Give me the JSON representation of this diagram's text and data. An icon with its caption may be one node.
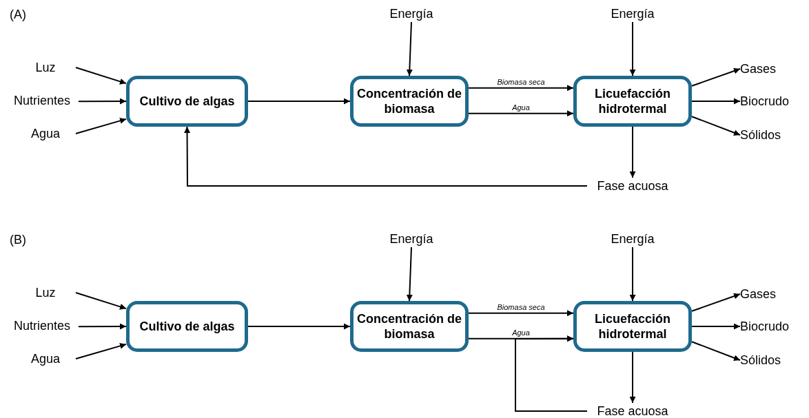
{
  "diagram": {
    "nodes": [
      {
        "text": [
          "Energía"
        ]
      },
      {
        "text": [
          "Energía"
        ]
      },
      {
        "text": [
          "Luz"
        ]
      },
      {
        "text": [
          "Nutrientes"
        ]
      },
      {
        "text": [
          "Agua"
        ]
      },
      {
        "text": [
          "Cultivo de algas"
        ]
      },
      {
        "text": [
          "Concentración de biomasa"
        ]
      },
      {
        "text": [
          "Licuefacción hidrotermal"
        ]
      },
      {
        "text": [
          "Gases"
        ]
      },
      {
        "text": [
          "Biocrudo"
        ]
      },
      {
        "text": [
          "Sólidos"
        ]
      },
      {
        "text": [
          "Fase acuosa"
        ]
      },
      {
        "text": [
          "Energía"
        ]
      },
      {
        "text": [
          "Energía"
        ]
      },
      {
        "text": [
          "Luz"
        ]
      },
      {
        "text": [
          "Nutrientes"
        ]
      },
      {
        "text": [
          "Agua"
        ]
      },
      {
        "text": [
          "Cultivo de algas"
        ]
      },
      {
        "text": [
          "Concentración de biomasa"
        ]
      },
      {
        "text": [
          "Licuefacción hidrotermal"
        ]
      },
      {
        "text": [
          "Gases"
        ]
      },
      {
        "text": [
          "Biocrudo"
        ]
      },
      {
        "text": [
          "Sólidos"
        ]
      },
      {
        "text": [
          "Fase acuosa"
        ]
      }
    ],
    "edges": [
      {
        "from": 2,
        "to": 5,
        "arrow": "to"
      },
      {
        "from": 3,
        "to": 5,
        "arrow": "to"
      },
      {
        "from": 4,
        "to": 5,
        "arrow": "to"
      },
      {
        "from": 5,
        "to": 6,
        "arrow": "to"
      },
      {
        "from": 0,
        "to": 6,
        "arrow": "to"
      },
      {
        "from": 6,
        "to": 7,
        "arrow": "to",
        "label": "Biomasa seca"
      },
      {
        "from": 6,
        "to": 7,
        "arrow": "to",
        "label": "Agua"
      },
      {
        "from": 1,
        "to": 7,
        "arrow": "to"
      },
      {
        "from": 7,
        "to": 8,
        "arrow": "to"
      },
      {
        "from": 7,
        "to": 9,
        "arrow": "to"
      },
      {
        "from": 7,
        "to": 10,
        "arrow": "to"
      },
      {
        "from": 7,
        "to": 11,
        "arrow": "to"
      },
      {
        "from": 11,
        "to": 5,
        "arrow": "to"
      },
      {
        "from": 14,
        "to": 17,
        "arrow": "to"
      },
      {
        "from": 15,
        "to": 17,
        "arrow": "to"
      },
      {
        "from": 16,
        "to": 17,
        "arrow": "to"
      },
      {
        "from": 17,
        "to": 18,
        "arrow": "to"
      },
      {
        "from": 12,
        "to": 18,
        "arrow": "to"
      },
      {
        "from": 18,
        "to": 19,
        "arrow": "to",
        "label": "Biomasa seca"
      },
      {
        "from": 18,
        "to": 19,
        "arrow": "to",
        "label": "Agua"
      },
      {
        "from": 13,
        "to": 19,
        "arrow": "to"
      },
      {
        "from": 19,
        "to": 20,
        "arrow": "to"
      },
      {
        "from": 19,
        "to": 21,
        "arrow": "to"
      },
      {
        "from": 19,
        "to": 22,
        "arrow": "to"
      },
      {
        "from": 19,
        "to": 23,
        "arrow": "to"
      },
      {
        "from": 23,
        "to": 19,
        "arrow": "to"
      }
    ],
    "labels": [
      "(A)",
      "(B)"
    ]
  }
}
